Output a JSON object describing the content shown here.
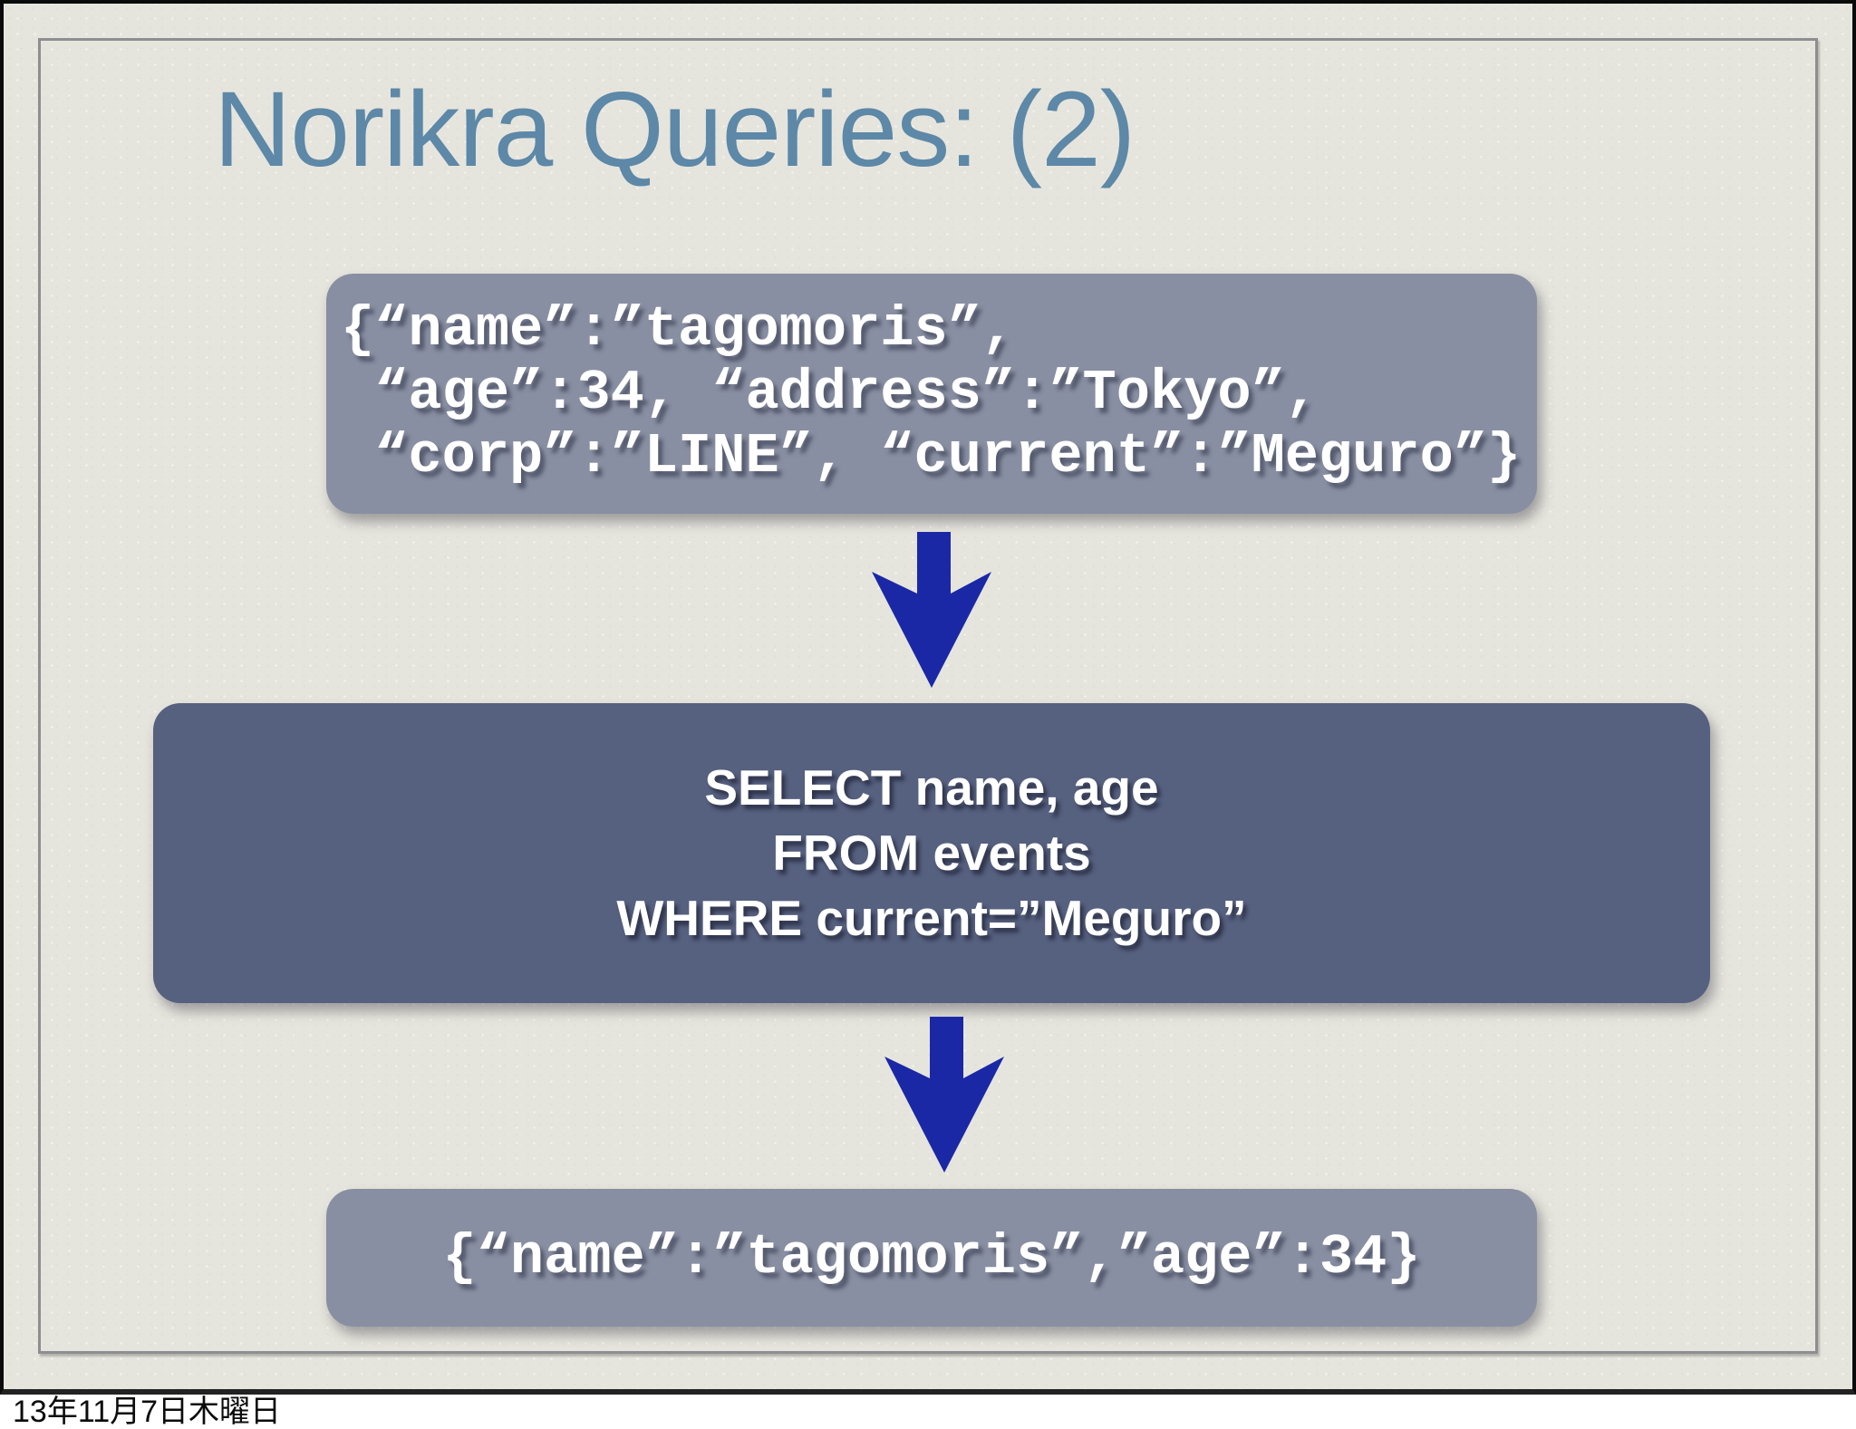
{
  "slide": {
    "title": "Norikra Queries: (2)",
    "input_box": {
      "lines": [
        "{“name”:”tagomoris”,",
        " “age”:34, “address”:”Tokyo”,",
        " “corp”:”LINE”, “current”:”Meguro”}"
      ]
    },
    "query_box": {
      "lines": [
        "SELECT name, age",
        "FROM events",
        "WHERE current=”Meguro”"
      ]
    },
    "output_box": {
      "lines": [
        "{“name”:”tagomoris”,”age”:34}"
      ]
    },
    "icons": {
      "arrow_1": "down-arrow",
      "arrow_2": "down-arrow"
    },
    "colors": {
      "title_text": "#5d88a7",
      "paper_background": "#e6e5dd",
      "json_box_fill": "#898fa2",
      "query_box_fill": "#56607f",
      "arrow_fill": "#1a28a6",
      "box_text": "#ffffff",
      "inner_border": "#8e8e92",
      "outer_frame": "#0a0a0a"
    }
  },
  "footer": {
    "date": "13年11月7日木曜日"
  }
}
